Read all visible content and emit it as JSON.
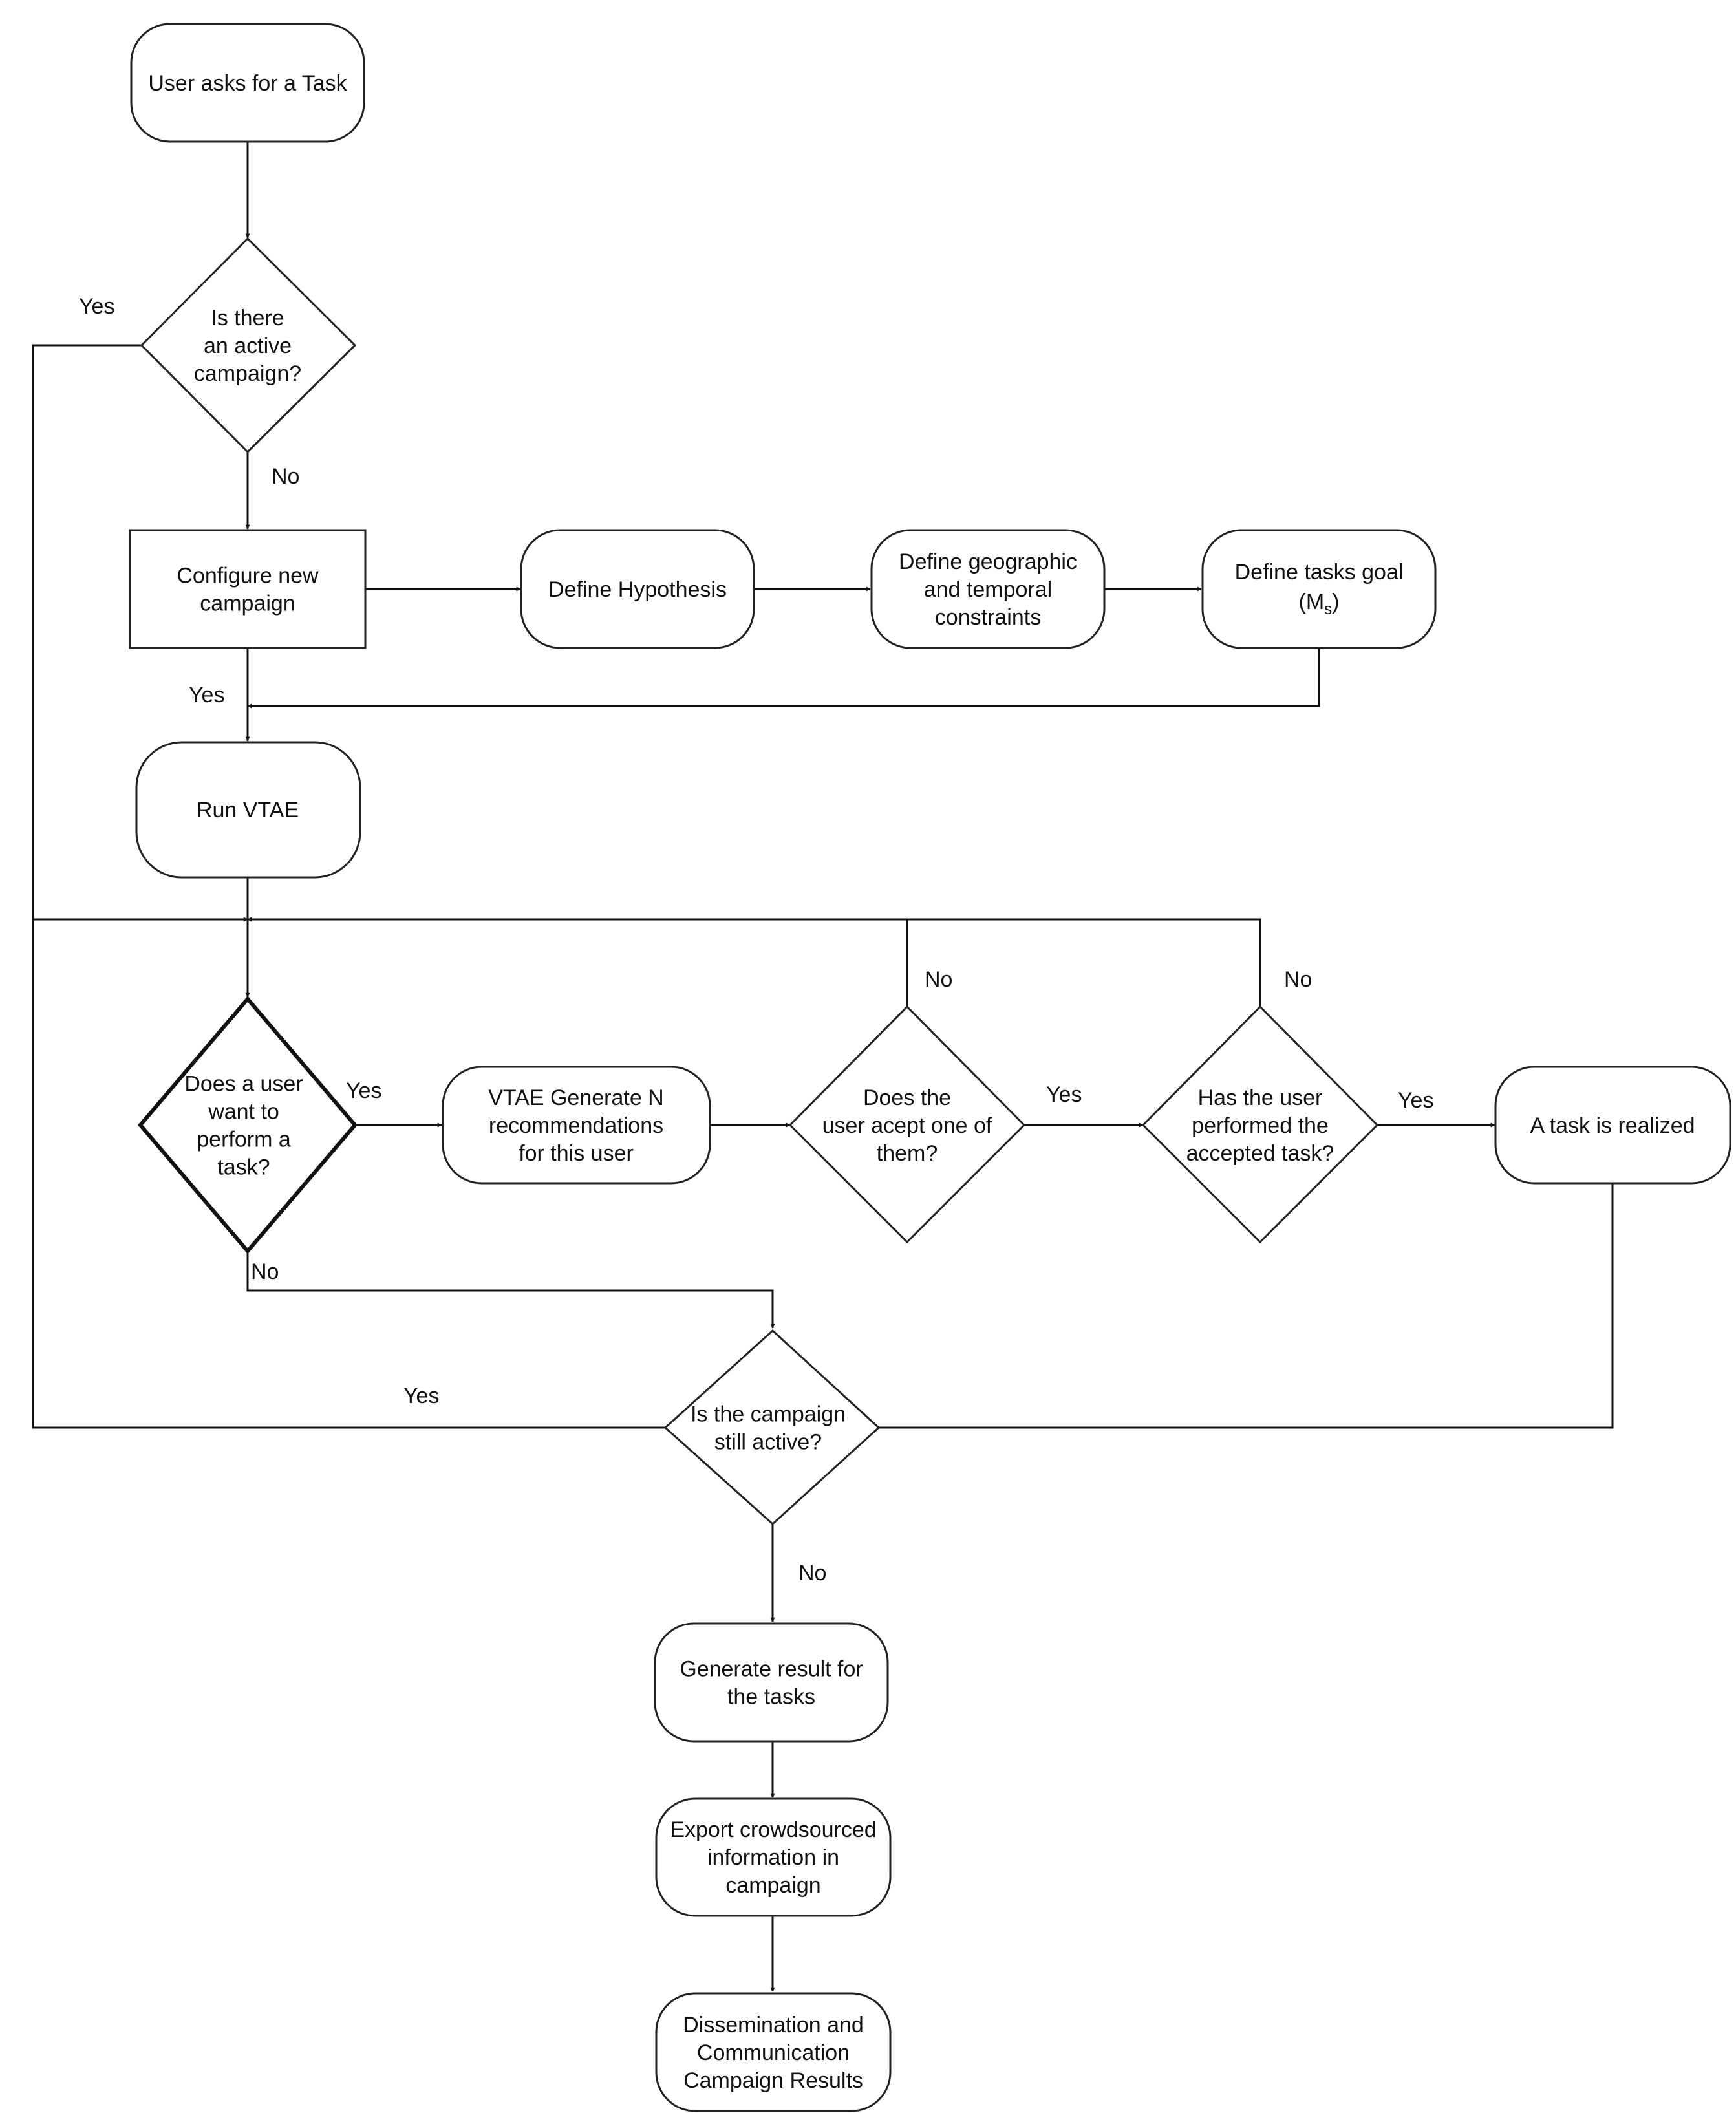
{
  "nodes": {
    "start": [
      "User asks for a Task"
    ],
    "active_q": [
      "Is there",
      "an active",
      "campaign?"
    ],
    "configure": [
      "Configure new",
      "campaign"
    ],
    "hypothesis": [
      "Define Hypothesis"
    ],
    "constraints": [
      "Define geographic",
      "and temporal",
      "constraints"
    ],
    "goal": [
      "Define tasks goal"
    ],
    "goal_symbol": "(M",
    "goal_sub": "s",
    "goal_close": ")",
    "run_vtae": [
      "Run VTAE"
    ],
    "want_q": [
      "Does a user",
      "want to",
      "perform a",
      "task?"
    ],
    "recommend": [
      "VTAE Generate N",
      "recommendations",
      "for this user"
    ],
    "accept_q": [
      "Does the",
      "user acept one of",
      "them?"
    ],
    "performed_q": [
      "Has the user",
      "performed the",
      "accepted task?"
    ],
    "realized": [
      "A task is realized"
    ],
    "still_active_q": [
      "Is the campaign",
      "still active?"
    ],
    "generate_result": [
      "Generate result for",
      "the tasks"
    ],
    "export": [
      "Export crowdsourced",
      "information in",
      "campaign"
    ],
    "dissemination": [
      "Dissemination and",
      "Communication",
      "Campaign Results"
    ]
  },
  "edge_labels": {
    "active_yes": "Yes",
    "active_no": "No",
    "config_yes": "Yes",
    "want_yes": "Yes",
    "want_no": "No",
    "accept_yes": "Yes",
    "accept_no": "No",
    "performed_yes": "Yes",
    "performed_no": "No",
    "still_yes": "Yes",
    "still_no": "No"
  }
}
